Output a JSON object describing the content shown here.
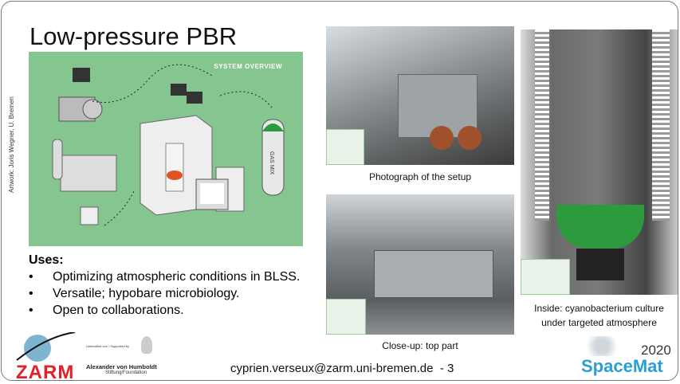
{
  "title": "Low-pressure PBR",
  "overview": {
    "label": "SYSTEM OVERVIEW",
    "gas_label": "GAS MIX",
    "credit": "Artwork: Joris Wegner, U. Bremen",
    "bg_color": "#85c690"
  },
  "uses": {
    "heading": "Uses:",
    "items": [
      "Optimizing atmospheric conditions in BLSS.",
      "Versatile; hypobare microbiology.",
      "Open to collaborations."
    ]
  },
  "photos": {
    "setup_caption": "Photograph of the setup",
    "closeup_caption": "Close-up: top part",
    "inside_caption_line1": "Inside: cyanobacterium culture",
    "inside_caption_line2": "under targeted atmosphere"
  },
  "footer": {
    "email": "cyprien.verseux@zarm.uni-bremen.de",
    "page": "- 3",
    "zarm_logo": "ZARM",
    "humboldt_small": "Unterstützt von / Supported by",
    "humboldt_name": "Alexander von Humboldt",
    "humboldt_sub": "Stiftung/Foundation",
    "event_year": "2020",
    "event_name": "SpaceMat"
  },
  "colors": {
    "zarm_red": "#e3202a",
    "spacemat_blue": "#2a9fd6",
    "culture_green": "#2e9a3e"
  }
}
